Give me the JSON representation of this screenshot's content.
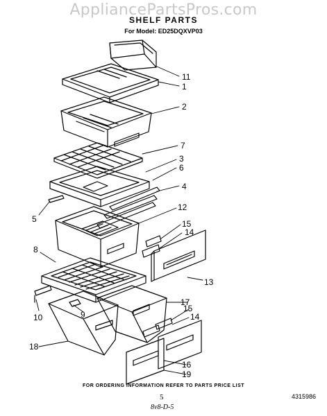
{
  "header": {
    "watermark": "AppliancePartsPros.com",
    "title": "SHELF PARTS",
    "model": "For Model: ED25DQXVP03"
  },
  "callouts": [
    "11",
    "1",
    "2",
    "7",
    "3",
    "6",
    "4",
    "5",
    "12",
    "15",
    "14",
    "8",
    "13",
    "10",
    "9",
    "17",
    "15",
    "14",
    "18",
    "16",
    "19"
  ],
  "footer": {
    "ordering_note": "FOR ORDERING INFORMATION REFER TO PARTS PRICE LIST",
    "page": "5",
    "doc_number": "4315986",
    "handwritten": "8v8-D-5"
  }
}
